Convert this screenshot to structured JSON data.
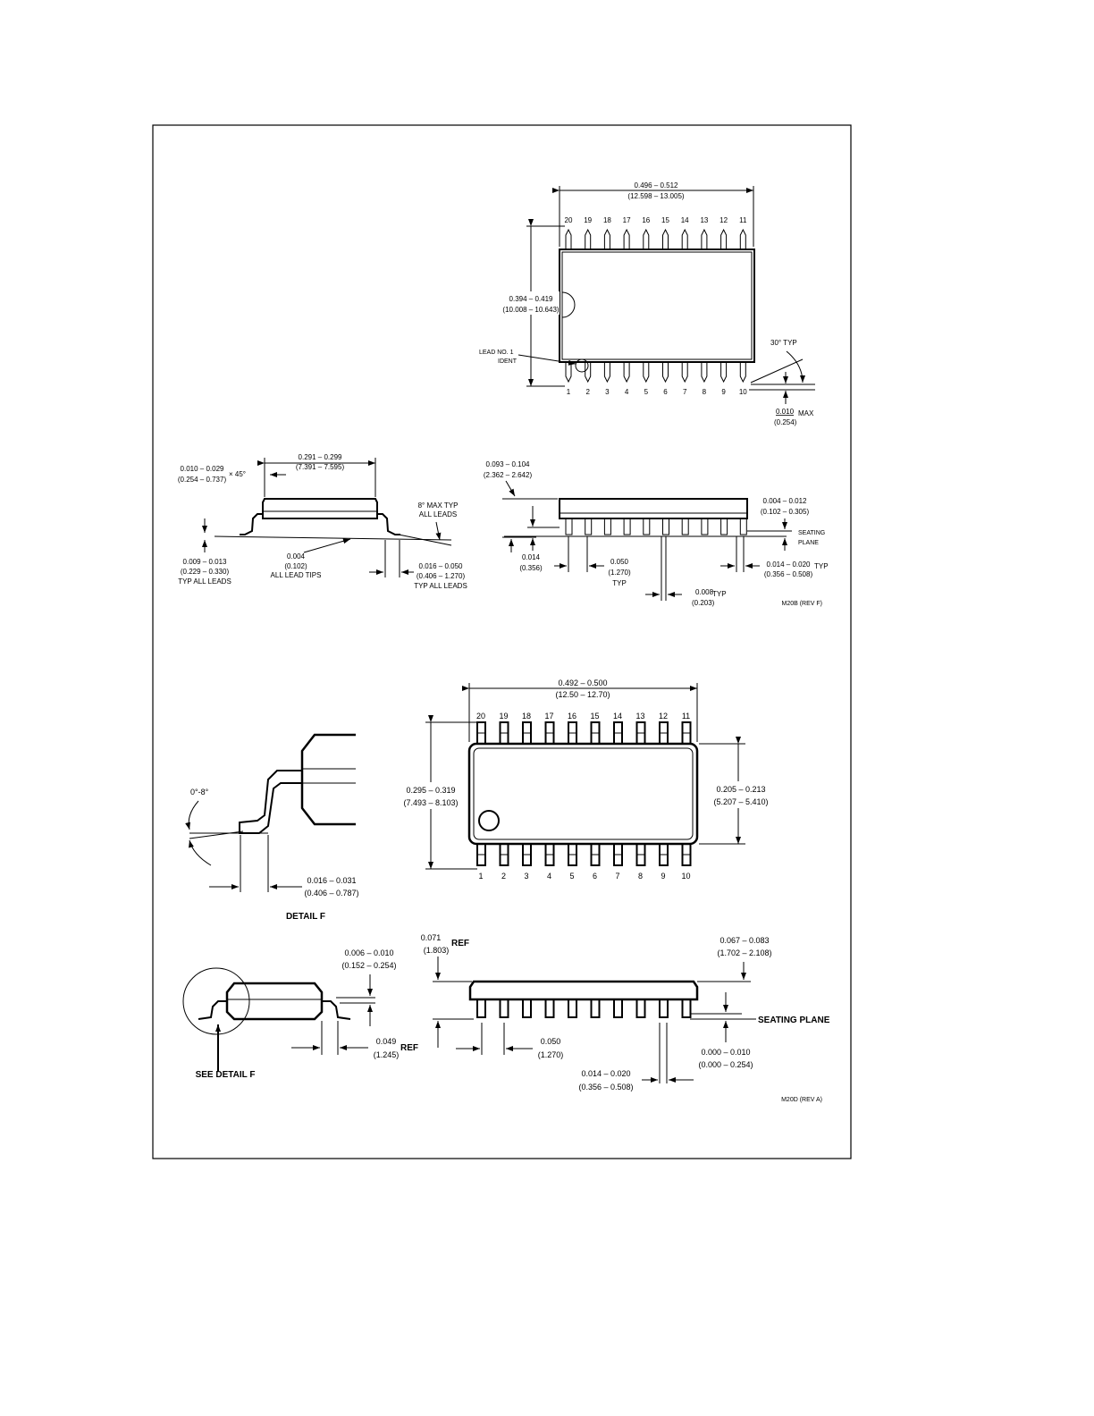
{
  "top": {
    "pins_top": [
      "20",
      "19",
      "18",
      "17",
      "16",
      "15",
      "14",
      "13",
      "12",
      "11"
    ],
    "pins_bottom": [
      "1",
      "2",
      "3",
      "4",
      "5",
      "6",
      "7",
      "8",
      "9",
      "10"
    ],
    "length_in": "0.496 – 0.512",
    "length_mm": "(12.598 – 13.005)",
    "width_in": "0.394 – 0.419",
    "width_mm": "(10.008 – 10.643)",
    "lead1_line1": "LEAD NO. 1",
    "lead1_line2": "IDENT",
    "angle_typ": "30° TYP",
    "max_in": "0.010",
    "max_suffix": "MAX",
    "max_mm": "(0.254)"
  },
  "side1": {
    "body_w_in": "0.291 – 0.299",
    "body_w_mm": "(7.391 – 7.595)",
    "chamfer_in": "0.010 – 0.029",
    "chamfer_mm": "(0.254 – 0.737)",
    "chamfer_suffix": "× 45°",
    "max8_line1": "8° MAX TYP",
    "max8_line2": "ALL LEADS",
    "thick_in": "0.009 – 0.013",
    "thick_mm": "(0.229 – 0.330)",
    "thick_note": "TYP ALL LEADS",
    "tips_in": "0.004",
    "tips_mm": "(0.102)",
    "tips_note": "ALL LEAD TIPS",
    "foot_in": "0.016 – 0.050",
    "foot_mm": "(0.406 – 1.270)",
    "foot_note": "TYP ALL LEADS"
  },
  "side2": {
    "height_in": "0.093 – 0.104",
    "height_mm": "(2.362 – 2.642)",
    "stand_in": "0.004 – 0.012",
    "stand_mm": "(0.102 – 0.305)",
    "seating_line1": "SEATING",
    "seating_line2": "PLANE",
    "lead_in": "0.014",
    "lead_mm": "(0.356)",
    "pitch_in": "0.050",
    "pitch_mm": "(1.270)",
    "pitch_note": "TYP",
    "lw_in": "0.014 – 0.020",
    "lw_mm": "(0.356 – 0.508)",
    "lw_note": "TYP",
    "gap_in": "0.008",
    "gap_note": "TYP",
    "gap_mm": "(0.203)",
    "ref": "M20B (REV F)"
  },
  "top2": {
    "pins_top": [
      "20",
      "19",
      "18",
      "17",
      "16",
      "15",
      "14",
      "13",
      "12",
      "11"
    ],
    "pins_bottom": [
      "1",
      "2",
      "3",
      "4",
      "5",
      "6",
      "7",
      "8",
      "9",
      "10"
    ],
    "length_in": "0.492 – 0.500",
    "length_mm": "(12.50 – 12.70)",
    "width_in": "0.295 – 0.319",
    "width_mm": "(7.493 – 8.103)",
    "body_in": "0.205 – 0.213",
    "body_mm": "(5.207 – 5.410)"
  },
  "detail": {
    "angle": "0°-8°",
    "foot_in": "0.016 – 0.031",
    "foot_mm": "(0.406 – 0.787)",
    "title": "DETAIL F"
  },
  "side3": {
    "thick_in": "0.006 – 0.010",
    "thick_mm": "(0.152 – 0.254)",
    "ref_in": "0.049",
    "ref_mm": "(1.245)",
    "ref_note": "REF",
    "see_detail": "SEE DETAIL F"
  },
  "side4": {
    "h_in": "0.071",
    "h_mm": "(1.803)",
    "h_note": "REF",
    "total_in": "0.067 – 0.083",
    "total_mm": "(1.702 – 2.108)",
    "seating": "SEATING PLANE",
    "pitch_in": "0.050",
    "pitch_mm": "(1.270)",
    "stand_in": "0.000 – 0.010",
    "stand_mm": "(0.000 – 0.254)",
    "lw_in": "0.014 – 0.020",
    "lw_mm": "(0.356 – 0.508)",
    "ref": "M20D (REV A)"
  }
}
